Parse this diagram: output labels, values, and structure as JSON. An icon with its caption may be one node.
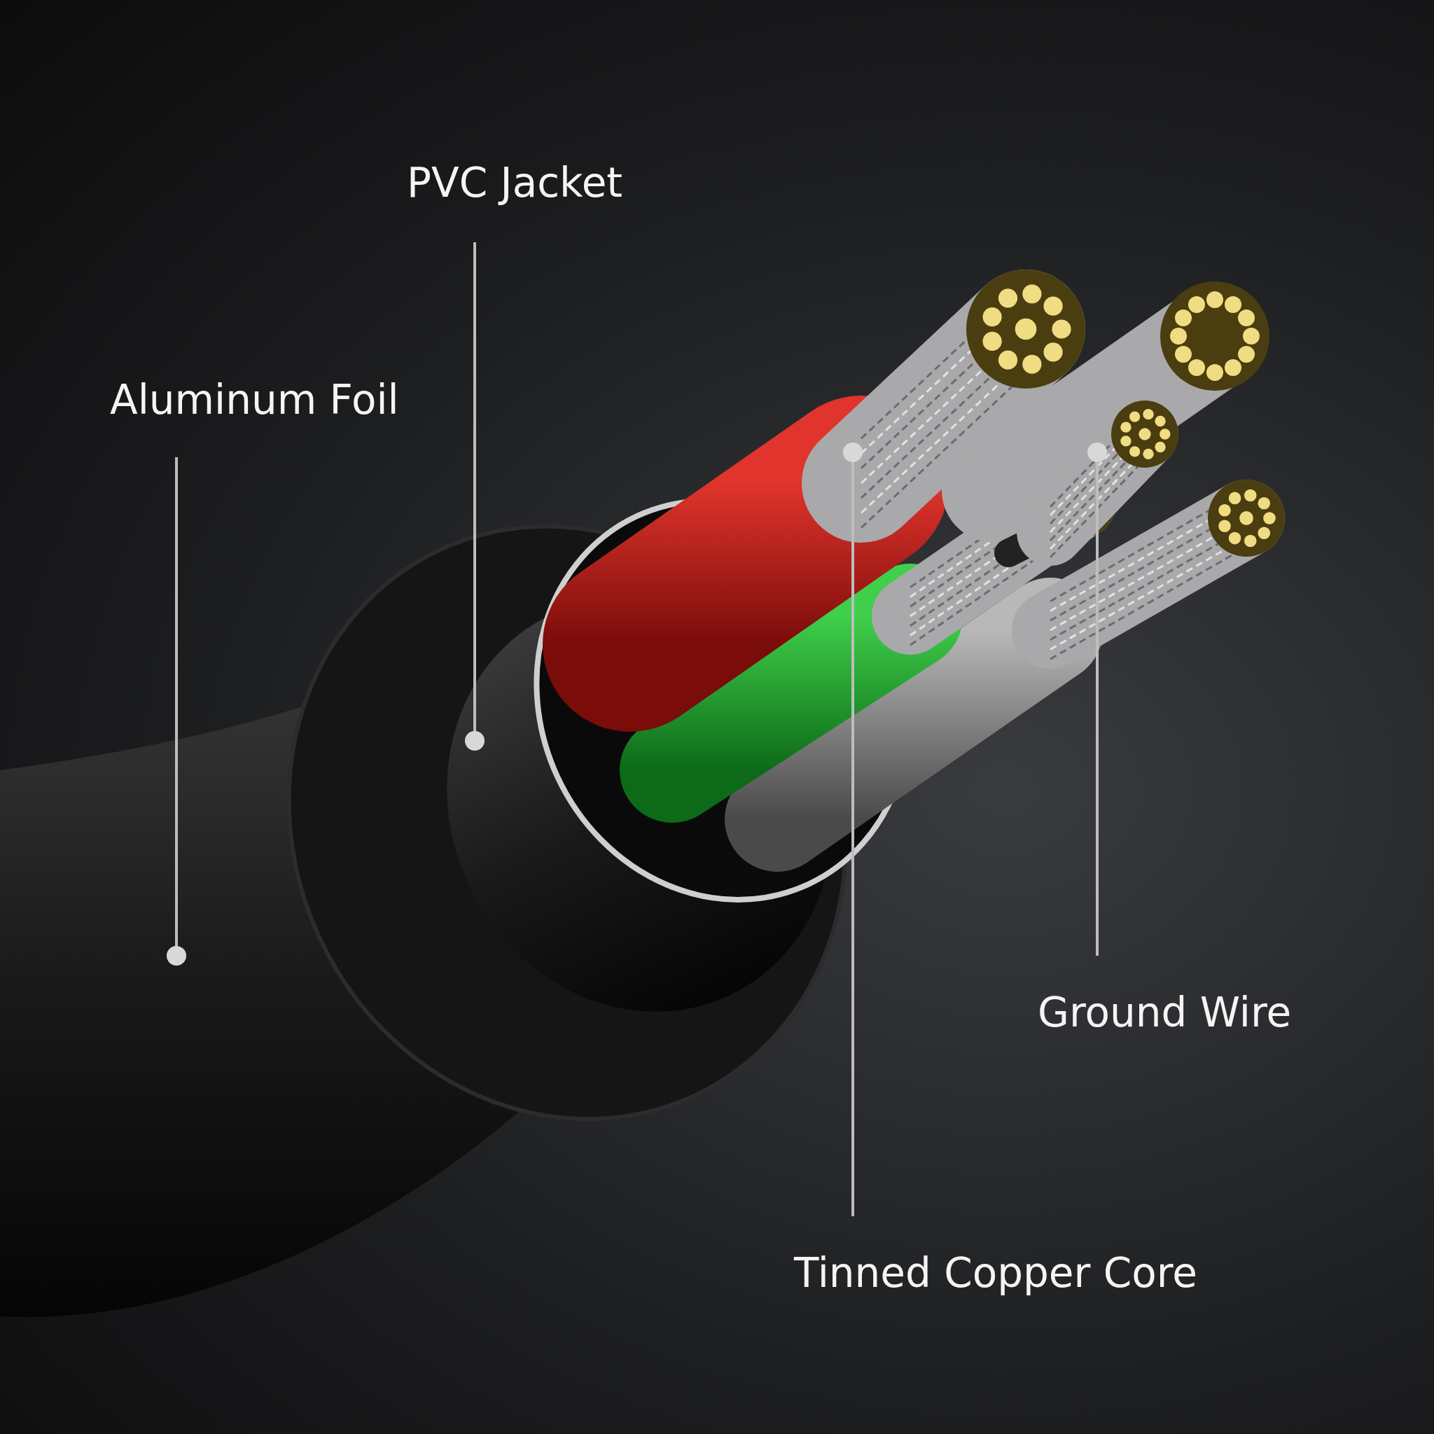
{
  "diagram": {
    "nodes": [
      {
        "text": [
          "PVC Jacket"
        ]
      },
      {
        "text": [
          "Aluminum Foil"
        ]
      },
      {
        "text": [
          "Ground Wire"
        ]
      },
      {
        "text": [
          "Tinned Copper Core"
        ]
      }
    ],
    "edges": [
      {
        "from": 0,
        "to": null,
        "arrow": "other"
      },
      {
        "from": 1,
        "to": null,
        "arrow": "other"
      },
      {
        "from": 2,
        "to": null,
        "arrow": "other"
      },
      {
        "from": 3,
        "to": null,
        "arrow": "other"
      }
    ]
  }
}
